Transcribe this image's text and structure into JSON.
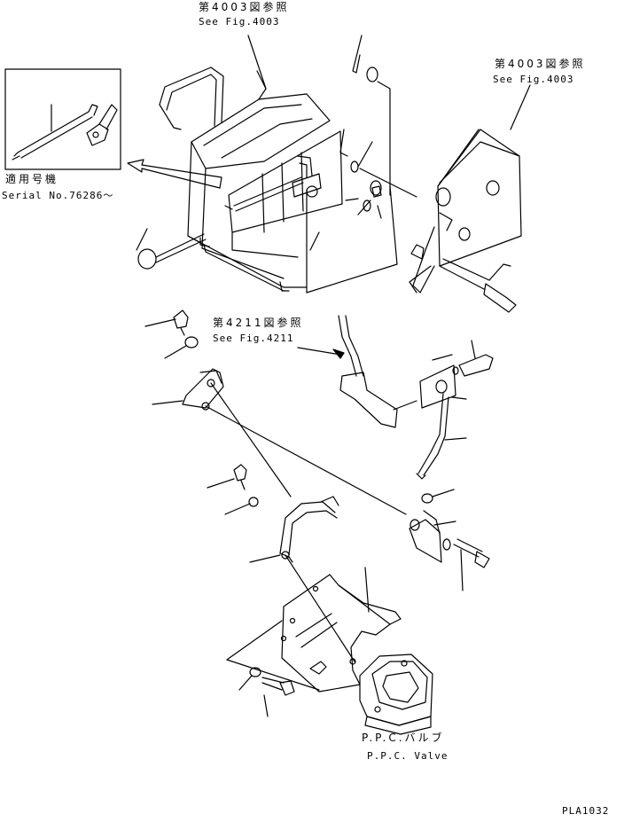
{
  "labels": {
    "ref_top_center_jp": "第4003図参照",
    "ref_top_center_en": "See Fig.4003",
    "ref_top_right_jp": "第4003図参照",
    "ref_top_right_en": "See Fig.4003",
    "applicable_model_jp": "適用号機",
    "serial_number": "Serial No.76286～",
    "ref_middle_jp": "第4211図参照",
    "ref_middle_en": "See Fig.4211",
    "ppc_valve_jp": "P.P.C.バルブ",
    "ppc_valve_en": "P.P.C. Valve",
    "drawing_code": "PLA1032"
  }
}
